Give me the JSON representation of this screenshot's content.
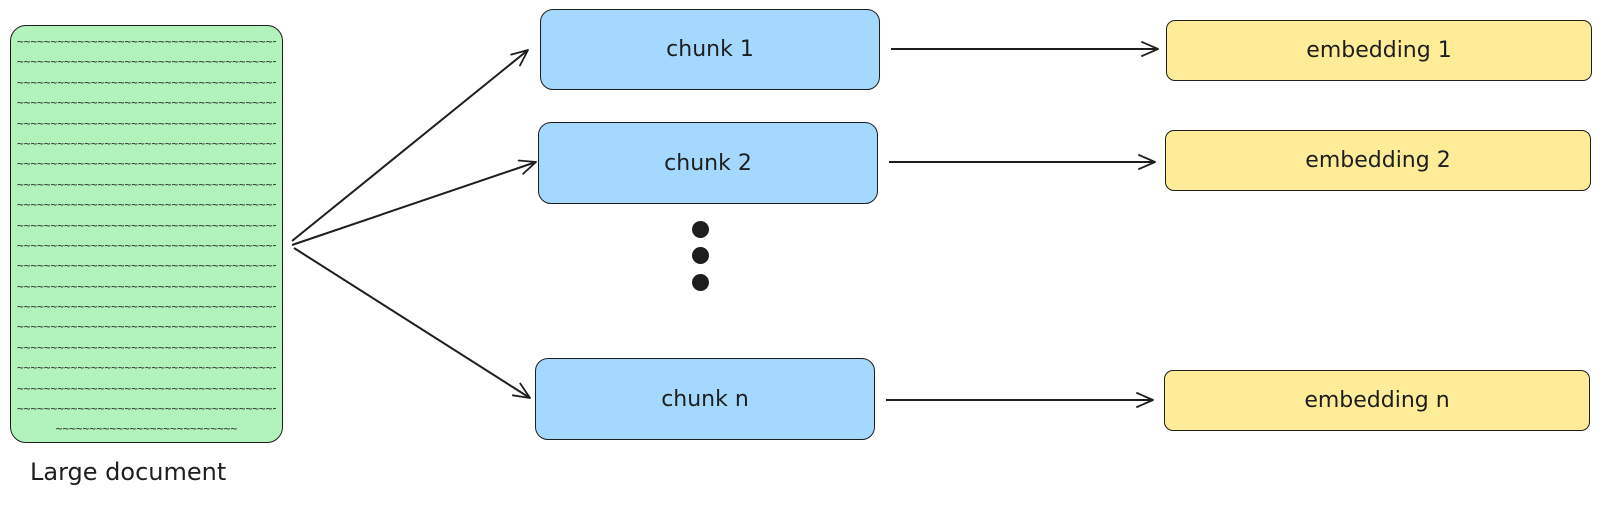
{
  "document": {
    "label": "Large document",
    "text_line": "~~~~~~~~~~~~~~~~~~~~~~~~~~~~~~~~~~~~~~~~~~~~~~~~~~~~",
    "last_line": "~~~~~~~~~~~~~~~~~~~~~~~~~~~"
  },
  "chunks": [
    {
      "label": "chunk 1"
    },
    {
      "label": "chunk 2"
    },
    {
      "label": "chunk n"
    }
  ],
  "embeddings": [
    {
      "label": "embedding 1"
    },
    {
      "label": "embedding 2"
    },
    {
      "label": "embedding n"
    }
  ],
  "colors": {
    "document_fill": "#b2f2bb",
    "chunk_fill": "#a5d8ff",
    "embedding_fill": "#ffec99",
    "stroke": "#1e1e1e"
  }
}
